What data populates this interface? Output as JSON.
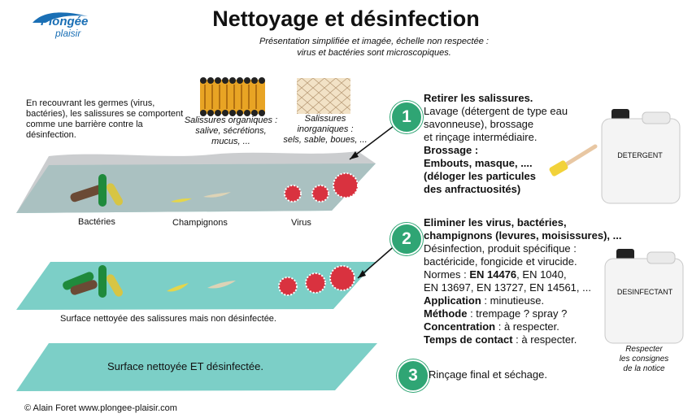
{
  "logo": {
    "word1": "Plongée",
    "word2": "plaisir"
  },
  "title": "Nettoyage et désinfection",
  "subtitle": [
    "Présentation simplifiée et imagée, échelle non respectée :",
    "virus et bactéries sont microscopiques."
  ],
  "intro": "En recouvrant les germes (virus, bactéries), les salissures se comportent comme une barrière contre la désinfection.",
  "organic_caption": [
    "Salissures organiques :",
    "salive, sécrétions,",
    "mucus, ..."
  ],
  "inorganic_caption": [
    "Salissures",
    "inorganiques :",
    "sels, sable, boues, ..."
  ],
  "labels": {
    "bacteria": "Bactéries",
    "fungi": "Champignons",
    "virus": "Virus"
  },
  "surface2_caption": "Surface nettoyée des salissures mais non désinfectée.",
  "surface3_caption": "Surface nettoyée ET désinfectée.",
  "steps": [
    {
      "number": "1",
      "title": "Retirer les salissures.",
      "lines": [
        "Lavage (détergent de type eau",
        "savonneuse), brossage",
        "et rinçage intermédiaire."
      ],
      "bold_lines": [
        "Brossage :",
        "Embouts, masque, ....",
        "(déloger les particules",
        "des anfractuosités)"
      ]
    },
    {
      "number": "2",
      "title_lines": [
        "Eliminer les virus, bactéries,",
        "champignons (levures, moisissures), ..."
      ],
      "lines": [
        "Désinfection, produit spécifique :",
        "bactéricide, fongicide et virucide."
      ],
      "normes_label": "Normes : ",
      "normes_bold": "EN 14476",
      "normes_rest1": ", EN 1040,",
      "normes_rest2": "EN 13697, EN 13727, EN 14561, ...",
      "application_label": "Application",
      "application_value": " : minutieuse.",
      "method_label": "Méthode",
      "method_value": " : trempage ? spray ?",
      "concentration_label": "Concentration",
      "concentration_value": " : à respecter.",
      "contact_label": "Temps de contact",
      "contact_value": " : à respecter."
    },
    {
      "number": "3",
      "text": "Rinçage final et séchage."
    }
  ],
  "bottles": {
    "detergent": "DETERGENT",
    "disinfectant": "DESINFECTANT"
  },
  "notice": [
    "Respecter",
    "les consignes",
    "de la notice"
  ],
  "footer": "© Alain Foret www.plongee-plaisir.com",
  "colors": {
    "surface": "#7ccfc7",
    "step": "#2fa574",
    "virus": "#d9323f",
    "bacteria_green": "#1f8a3c",
    "bacteria_brown": "#6b4a35",
    "fungi": "#e5d64a"
  }
}
